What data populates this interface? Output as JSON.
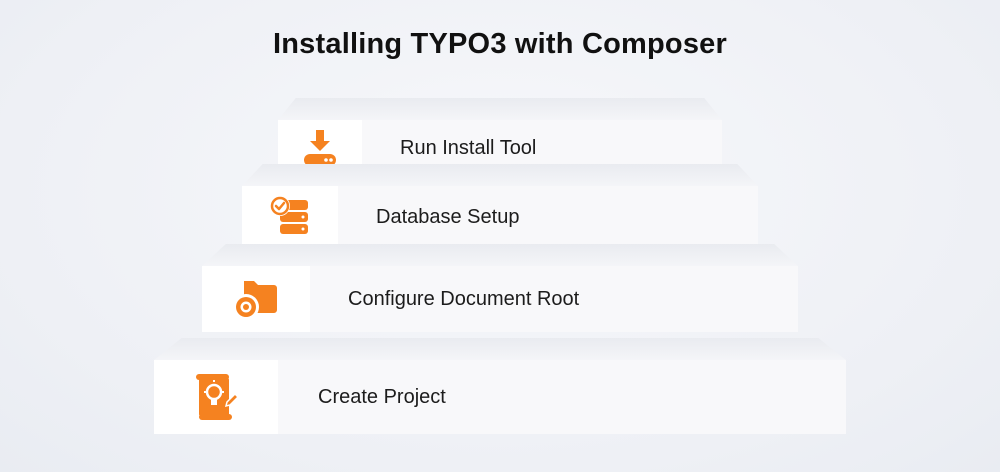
{
  "title": "Installing TYPO3 with Composer",
  "steps": [
    {
      "label": "Run Install Tool",
      "icon": "download-drive-icon"
    },
    {
      "label": "Database Setup",
      "icon": "database-check-icon"
    },
    {
      "label": "Configure Document Root",
      "icon": "folder-gear-icon"
    },
    {
      "label": "Create Project",
      "icon": "idea-document-icon"
    }
  ],
  "colors": {
    "accent": "#f58220",
    "step_bg": "#f8f8fa",
    "text": "#1c1c1c"
  }
}
